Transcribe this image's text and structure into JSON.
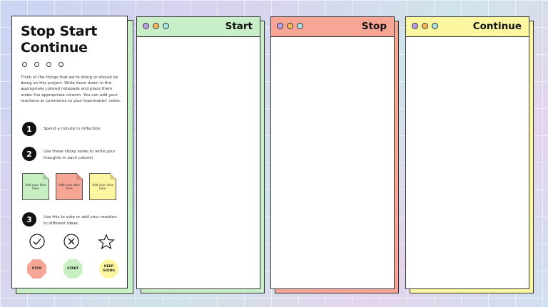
{
  "panel": {
    "title_line1": "Stop Start",
    "title_line2": "Continue",
    "intro": "Think of the things that we're doing or should be doing on this project. Write them down in the appropriate colored notepads and place them under the appropriate column. You can add your reactions or comments to your teammates' notes.",
    "steps": [
      {
        "number": "1",
        "text": "Spend a minute in reflection"
      },
      {
        "number": "2",
        "text": "Use these sticky notes to write your thoughts in each column"
      },
      {
        "number": "3",
        "text": "Use this to vote or add your reaction to different ideas."
      }
    ],
    "sticky_notes": [
      {
        "text": "Add your idea here",
        "color": "#c7efc2"
      },
      {
        "text": "Add your idea here",
        "color": "#f7a594"
      },
      {
        "text": "Add your idea here",
        "color": "#fbf6a0"
      }
    ],
    "reaction_icons": [
      "check-circle-icon",
      "x-circle-icon",
      "star-icon"
    ],
    "badges": {
      "stop": "STOP",
      "start": "START",
      "keep": "KEEP GOING"
    }
  },
  "columns": [
    {
      "title": "Start",
      "header_color": "#c9efc9",
      "shadow_color": "#c9efc9"
    },
    {
      "title": "Stop",
      "header_color": "#f7a594",
      "shadow_color": "#f7a594"
    },
    {
      "title": "Continue",
      "header_color": "#fbf6a0",
      "shadow_color": "#fbf6a0"
    }
  ]
}
